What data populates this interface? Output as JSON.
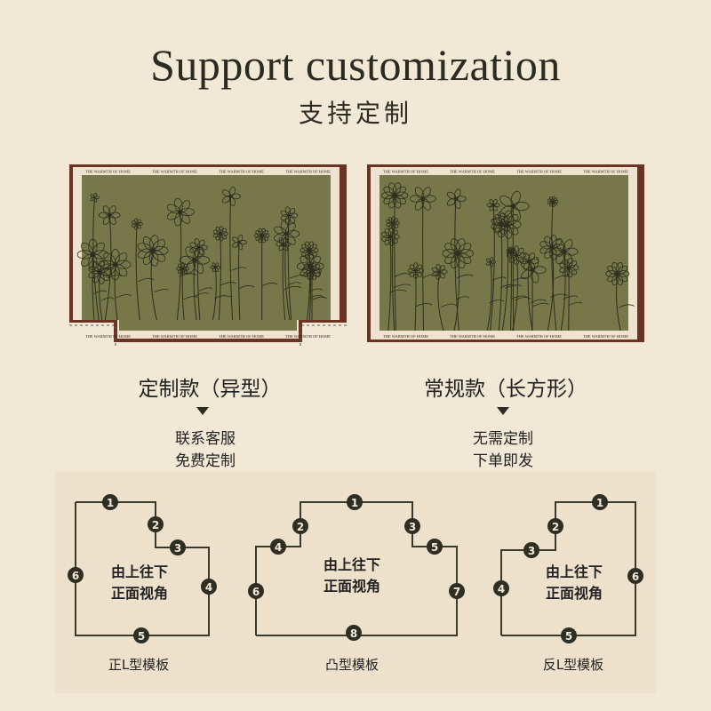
{
  "header": {
    "title_en": "Support customization",
    "title_cn": "支持定制"
  },
  "rug": {
    "border_text": "THE WARMTH OF HOME",
    "colors": {
      "field": "#76784a",
      "frame": "#6b3324",
      "border": "#efe3cf",
      "line": "#2e2d1e"
    }
  },
  "custom": {
    "title": "定制款（异型）",
    "lines": [
      "联系客服",
      "免费定制"
    ]
  },
  "regular": {
    "title": "常规款（长方形）",
    "lines": [
      "无需定制",
      "下单即发"
    ]
  },
  "templates": {
    "view_text": [
      "由上往下",
      "正面视角"
    ],
    "items": [
      {
        "name": "正L型模板",
        "markers": [
          "1",
          "2",
          "3",
          "4",
          "5",
          "6"
        ]
      },
      {
        "name": "凸型模板",
        "markers": [
          "1",
          "2",
          "3",
          "4",
          "5",
          "6",
          "7",
          "8"
        ]
      },
      {
        "name": "反L型模板",
        "markers": [
          "1",
          "2",
          "3",
          "4",
          "5",
          "6"
        ]
      }
    ]
  }
}
